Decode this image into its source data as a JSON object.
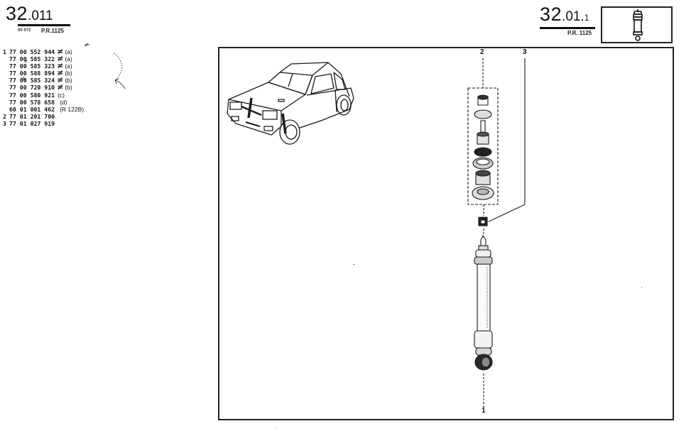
{
  "left_header": {
    "section_major": "32",
    "section_minor": ".011",
    "sub_code": "00 072",
    "sub_ref": "P.R.1125"
  },
  "right_header": {
    "section_major": "32",
    "section_minor": ".01.",
    "section_suffix": "1",
    "sub_ref": "P.R. 1125",
    "thumbnail_icon": "shock-absorber-icon"
  },
  "parts_list": [
    {
      "ref": "1",
      "part_number": "77 00 552 944",
      "neq": true,
      "note": "(a)"
    },
    {
      "ref": "",
      "part_number": "77 00 585 322",
      "neq": true,
      "note": "(a)"
    },
    {
      "ref": "",
      "part_number": "77 00 585 323",
      "neq": true,
      "note": "(a)"
    },
    {
      "ref": "",
      "part_number": "77 00 588 894",
      "neq": true,
      "note": "(b)"
    },
    {
      "ref": "",
      "part_number": "77 00 585 324",
      "neq": true,
      "note": "(b)"
    },
    {
      "ref": "",
      "part_number": "77 00 720 910",
      "neq": true,
      "note": "(b)"
    },
    {
      "ref": "",
      "part_number": "77 00 580 921",
      "neq": false,
      "note": "(c)"
    },
    {
      "ref": "",
      "part_number": "77 00 578 658",
      "neq": false,
      "note": "(d)"
    },
    {
      "ref": "",
      "part_number": "60 01 001 462",
      "neq": false,
      "note": "(R 122B)"
    },
    {
      "ref": "2",
      "part_number": "77 01 201 700",
      "neq": false,
      "note": ""
    },
    {
      "ref": "3",
      "part_number": "77 01 027 919",
      "neq": false,
      "note": ""
    }
  ],
  "diagram": {
    "callouts": [
      {
        "label": "1",
        "desc": "shock absorber"
      },
      {
        "label": "2",
        "desc": "mounting kit"
      },
      {
        "label": "3",
        "desc": "nut"
      }
    ],
    "vehicle_icon": "car-illustration",
    "colors": {
      "ink": "#1a1a1a",
      "paper": "#ffffff"
    }
  }
}
